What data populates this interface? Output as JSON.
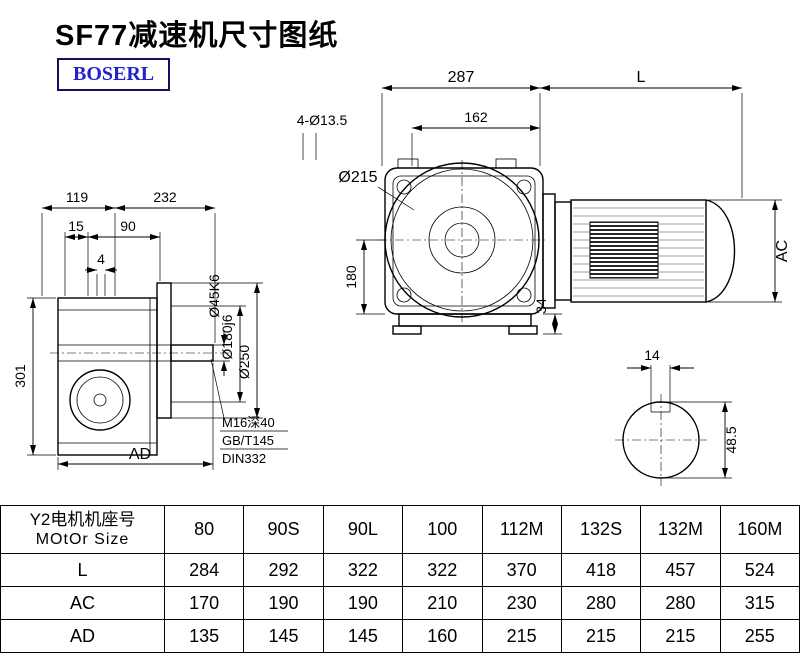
{
  "page": {
    "title": "SF77减速机尺寸图纸",
    "logo_text": "BOSERL"
  },
  "drawing": {
    "front_view": {
      "dim_287": "287",
      "dim_L": "L",
      "dim_162": "162",
      "holes_label": "4-Ø13.5",
      "flange_dia_label": "Ø215",
      "dim_180": "180",
      "dim_34": "34",
      "dim_AC": "AC"
    },
    "side_view": {
      "dim_119": "119",
      "dim_232": "232",
      "dim_15": "15",
      "dim_90": "90",
      "dim_4": "4",
      "dim_301": "301",
      "dim_AD": "AD",
      "shaft_dia_label": "Ø45K6",
      "spigot_dia_label": "Ø180j6",
      "flange_dia_label": "Ø250",
      "tap_note_line1": "M16深40",
      "tap_note_line2": "GB/T145",
      "tap_note_line3": "DIN332"
    },
    "shaft_section": {
      "dim_14": "14",
      "dim_48_5": "48.5"
    }
  },
  "table": {
    "header_label_line1": "Y2电机机座号",
    "header_label_line2": "MOtOr Size",
    "sizes": [
      "80",
      "90S",
      "90L",
      "100",
      "112M",
      "132S",
      "132M",
      "160M"
    ],
    "rows": [
      {
        "label": "L",
        "values": [
          "284",
          "292",
          "322",
          "322",
          "370",
          "418",
          "457",
          "524"
        ]
      },
      {
        "label": "AC",
        "values": [
          "170",
          "190",
          "190",
          "210",
          "230",
          "280",
          "280",
          "315"
        ]
      },
      {
        "label": "AD",
        "values": [
          "135",
          "145",
          "145",
          "160",
          "215",
          "215",
          "215",
          "255"
        ]
      }
    ]
  }
}
